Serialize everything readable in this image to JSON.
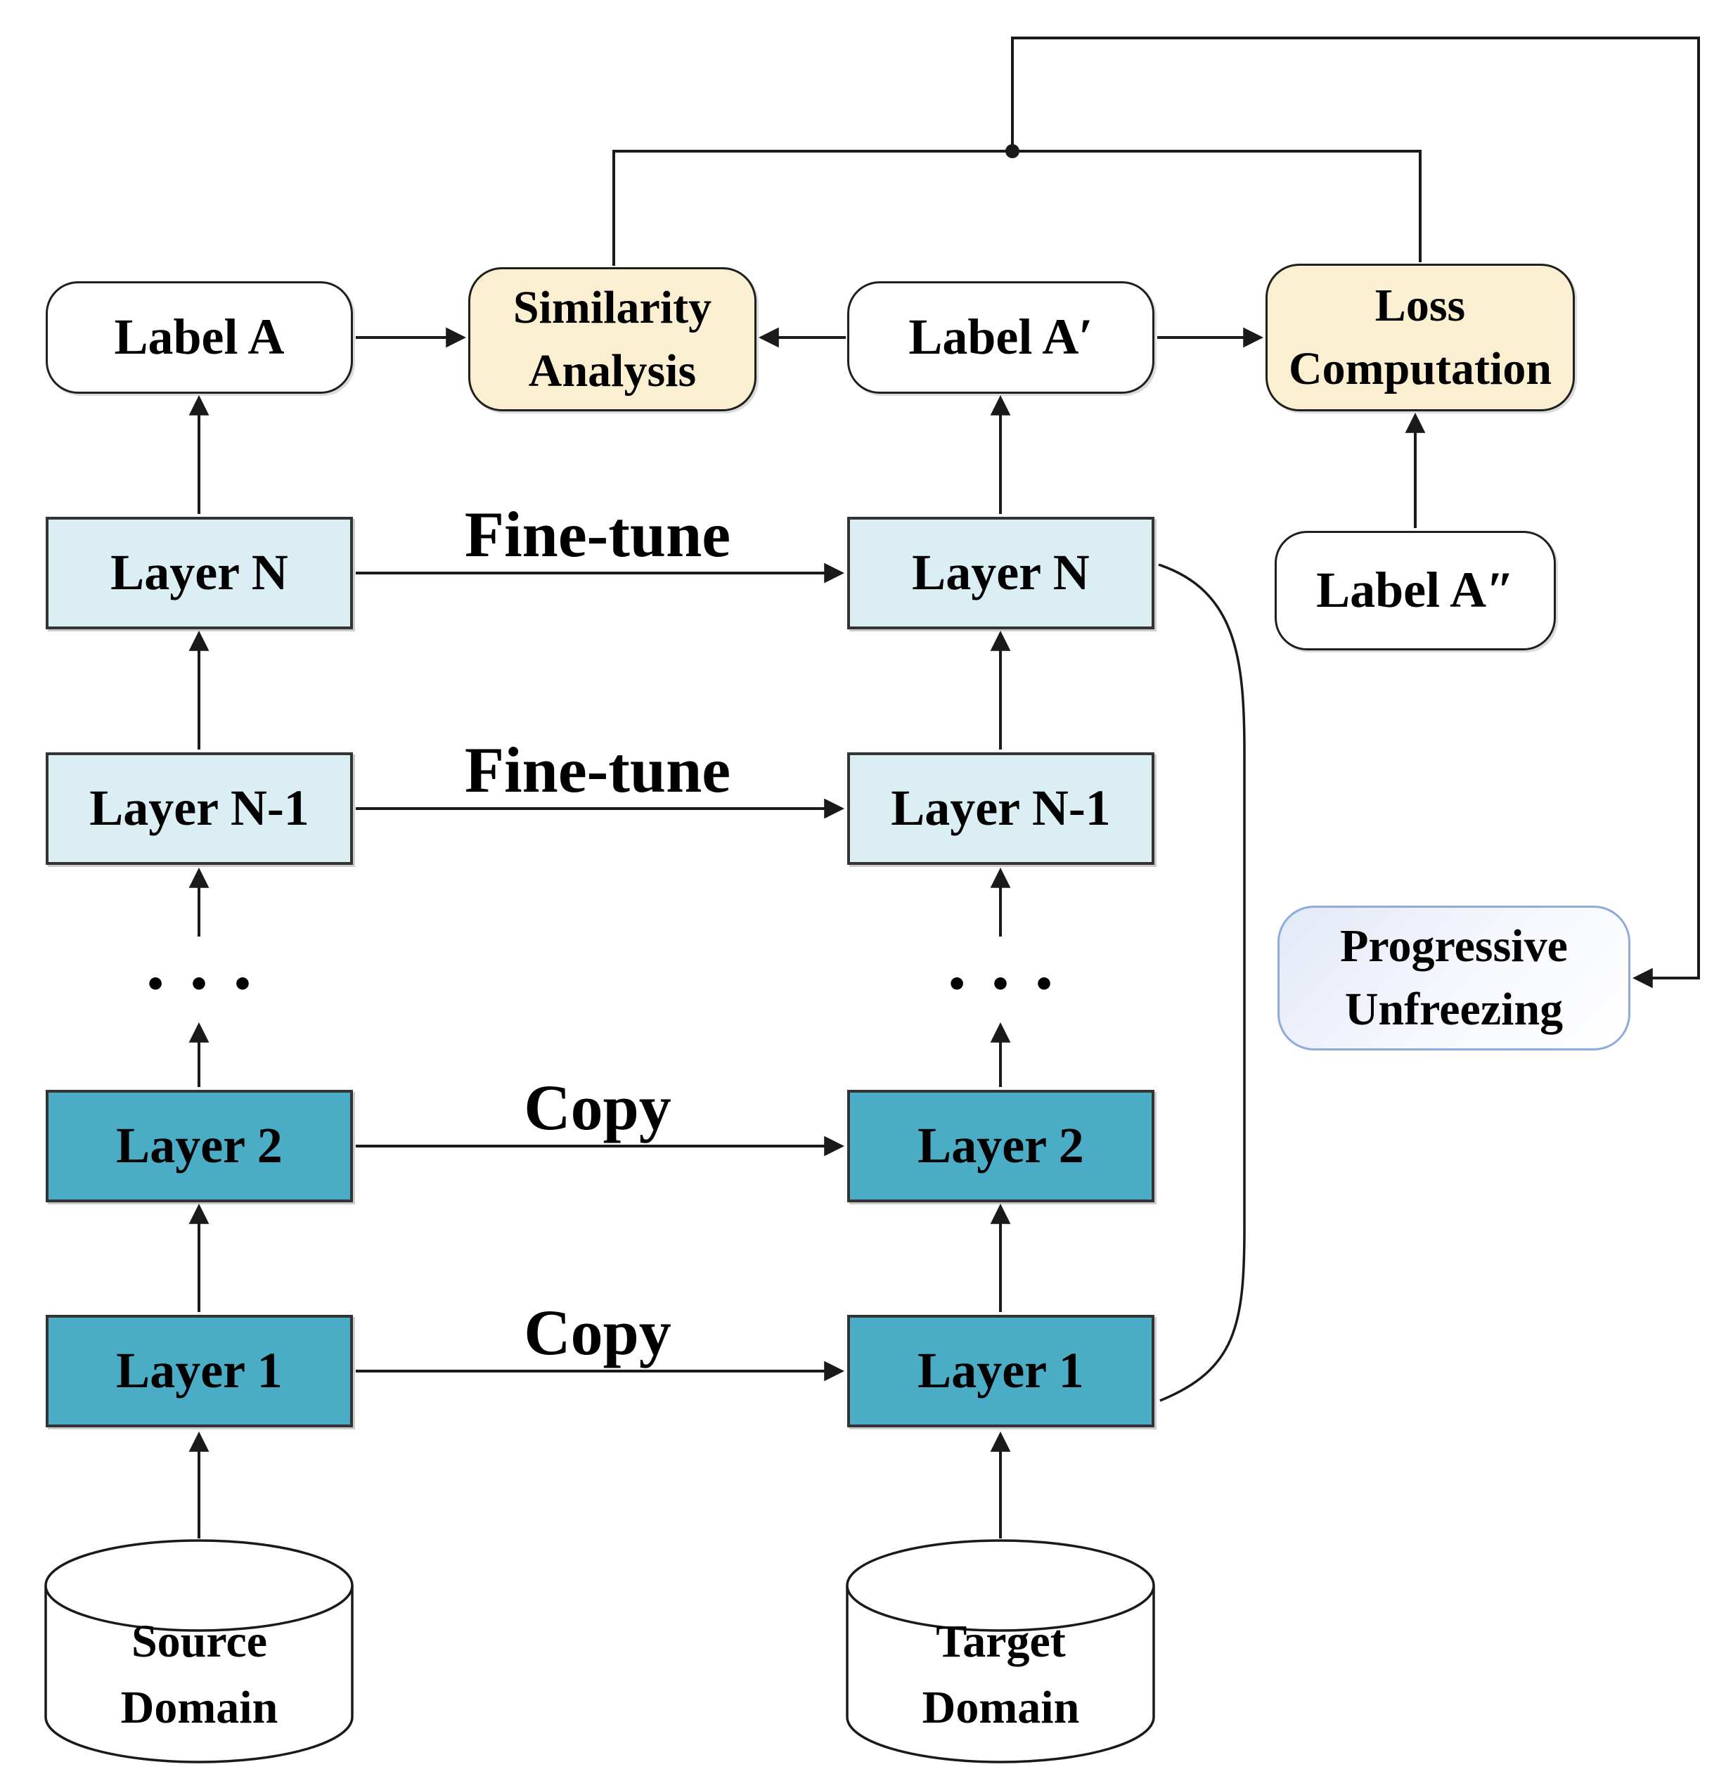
{
  "diagram_type": "flowchart",
  "nodes": {
    "label_a": {
      "label": "Label A"
    },
    "label_a_prime": {
      "label": "Label A′"
    },
    "label_a_double_prime": {
      "label": "Label A″"
    },
    "similarity_analysis": {
      "line1": "Similarity",
      "line2": "Analysis"
    },
    "loss_computation": {
      "line1": "Loss",
      "line2": "Computation"
    },
    "progressive_unfreezing": {
      "line1": "Progressive",
      "line2": "Unfreezing"
    },
    "source_column": {
      "layer_n": {
        "label": "Layer N"
      },
      "layer_n_minus_1": {
        "label": "Layer N-1"
      },
      "ellipsis": {
        "label": "•••"
      },
      "layer_2": {
        "label": "Layer 2"
      },
      "layer_1": {
        "label": "Layer 1"
      },
      "domain": {
        "line1": "Source",
        "line2": "Domain"
      }
    },
    "target_column": {
      "layer_n": {
        "label": "Layer N"
      },
      "layer_n_minus_1": {
        "label": "Layer N-1"
      },
      "ellipsis": {
        "label": "•••"
      },
      "layer_2": {
        "label": "Layer 2"
      },
      "layer_1": {
        "label": "Layer 1"
      },
      "domain": {
        "line1": "Target",
        "line2": "Domain"
      }
    }
  },
  "edge_labels": {
    "fine_tune_layer_n": "Fine-tune",
    "fine_tune_layer_n_minus_1": "Fine-tune",
    "copy_layer_2": "Copy",
    "copy_layer_1": "Copy"
  },
  "colors": {
    "copied_layer_fill": "#4BACC6",
    "fine_tuned_layer_fill": "#DAEEF3",
    "process_box_fill": "#FBEFD1",
    "label_box_fill": "#FFFFFF",
    "unfreezing_border": "#8FAADC",
    "connector": "#1A1A1A",
    "background": "#FFFFFF"
  }
}
